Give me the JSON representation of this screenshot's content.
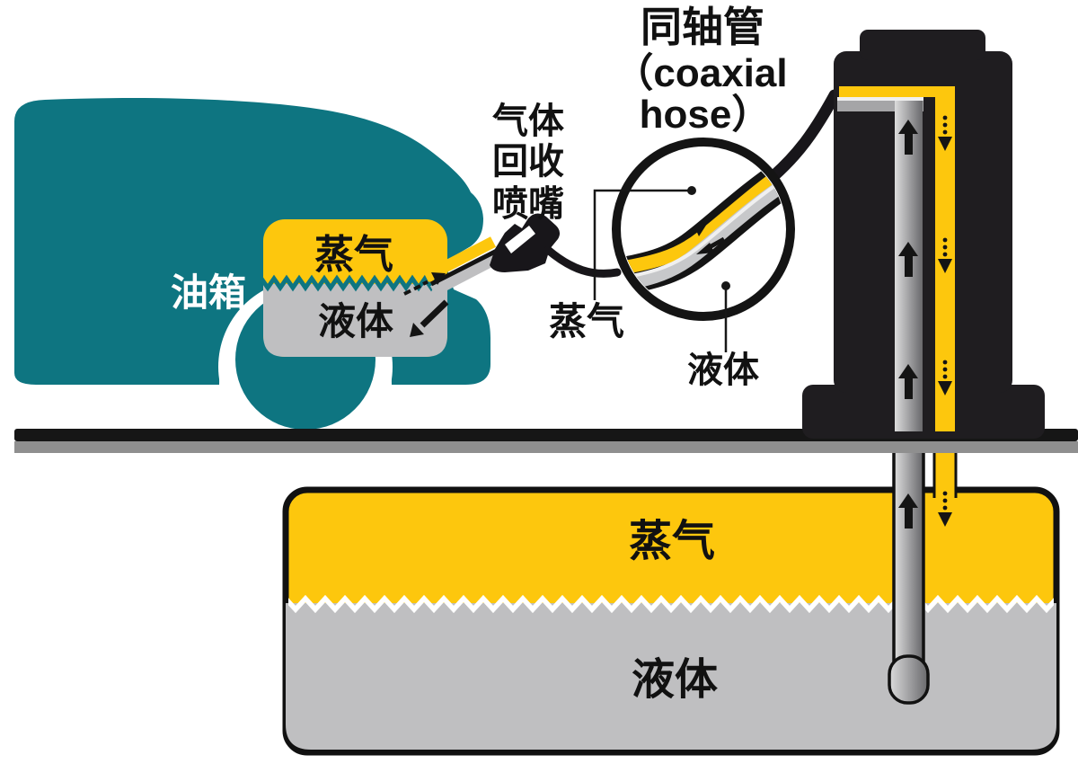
{
  "diagram": {
    "type": "gas-station-vapor-recovery-schematic",
    "labels": {
      "fuel_tank": "油箱",
      "car_tank_vapor": "蒸气",
      "car_tank_liquid": "液体",
      "nozzle_label_line1": "气体",
      "nozzle_label_line2": "回收",
      "nozzle_label_line3": "喷嘴",
      "coax_label_line1": "同轴管",
      "coax_label_line2": "（coaxial",
      "coax_label_line3": "hose）",
      "hose_vapor": "蒸气",
      "hose_liquid": "液体",
      "underground_tank_vapor": "蒸气",
      "underground_tank_liquid": "液体"
    },
    "colors": {
      "car_teal": "#0e7581",
      "vapor_yellow": "#fdc70d",
      "liquid_gray": "#bfbfc1",
      "pump_black": "#1f1d20",
      "ground_black": "#161616",
      "ground_gray": "#8f8f8f",
      "hose_black": "#18161a",
      "outline_black": "#141414",
      "white": "#ffffff"
    }
  }
}
